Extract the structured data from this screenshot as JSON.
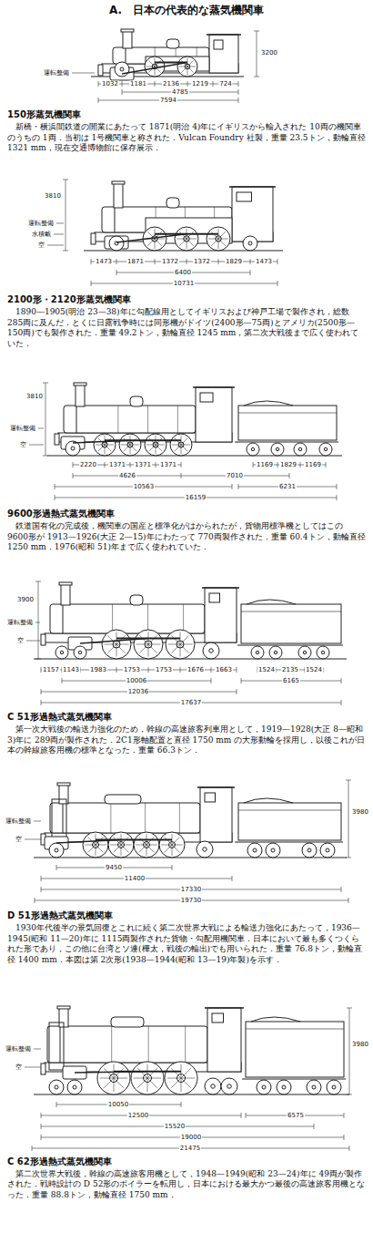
{
  "diagram": {
    "title": "A.　日本の代表的な蒸気機関車",
    "labels": [
      "3200",
      "1032",
      "1181",
      "2136",
      "1219",
      "724",
      "4785",
      "7594",
      "運転整備",
      "150形蒸気機関車",
      "新橋・横浜間鉄道の開業にあたって 1871(明治 4)年にイギリスから輸入された 10両の機関車のうちの 1両．当初は 1号機関車と称された．Vulcan Foundry 社製，重量 23.5トン，動輪直径 1321 mm，現在交通博物館に保存展示．",
      "3810",
      "1473",
      "1871",
      "1372",
      "1372",
      "1829",
      "1473",
      "6400",
      "10731",
      "運転整備",
      "水積載",
      "空",
      "2100形・2120形蒸気機関車",
      "1890—1905(明治 23—38)年に勾配線用としてイギリスおよび神戸工場で製作され，総数 285両に及んだ．とくに日露戦争時には同形機がドイツ(2400形—75両)とアメリカ(2500形—150両)でも製作された．重量 49.2トン，動輪直径 1245 mm，第二次大戦後まで広く使われていた．",
      "3810",
      "2220",
      "1371",
      "1371",
      "1371",
      "1169",
      "1829",
      "1169",
      "4626",
      "7010",
      "10563",
      "6231",
      "16159",
      "運転整備",
      "空",
      "9600形過熱式蒸気機関車",
      "鉄道国有化の完成後，機関車の国産と標準化がはかられたが，貨物用標準機としてはこの 9600形が 1913—1926(大正 2—15)年にわたって 770両製作された．重量 60.4トン，動輪直径 1250 mm．1976(昭和 51)年まで広く使われていた．",
      "3900",
      "1157",
      "1143",
      "1983",
      "1753",
      "1753",
      "1676",
      "1663",
      "1524",
      "2135",
      "1524",
      "10006",
      "6165",
      "12036",
      "17637",
      "運転整備",
      "空",
      "C 51形過熱式蒸気機関車",
      "第一次大戦後の輸送力強化のため，幹線の高速旅客列車用として，1919—1928(大正 8—昭和 3)年に 289両が製作された．2C1形軸配置と直径 1750 mm の大形動輪を採用し，以後これが日本の幹線旅客用機の標準となった．重量 66.3トン．",
      "3980",
      "9450",
      "11400",
      "17330",
      "19730",
      "運転整備",
      "空",
      "D 51形過熱式蒸気機関車",
      "1930年代後半の景気回復とこれに続く第二次世界大戦による輸送力強化にあたって，1936—1945(昭和 11—20)年に 1115両製作された貨物・勾配用機関車．日本において最も多くつくられた形であり，この他に台湾とソ連(樺太，戦後の輸出)でも用いられた．重量 76.8トン，動輪直径 1400 mm．本図は第 2次形(1938—1944(昭和 13—19)年製)を示す．",
      "3980",
      "10050",
      "12500",
      "6575",
      "15520",
      "19000",
      "21475",
      "運転整備",
      "空",
      "C 62形過熱式蒸気機関車",
      "第二次世界大戦後，幹線の高速旅客用機として，1948—1949(昭和 23—24)年に 49両が製作された．戦時設計の D 52形のボイラーを転用し，日本における最大かつ最後の高速旅客用機となった．重量 88.8トン，動輪直径 1750 mm．"
    ]
  }
}
